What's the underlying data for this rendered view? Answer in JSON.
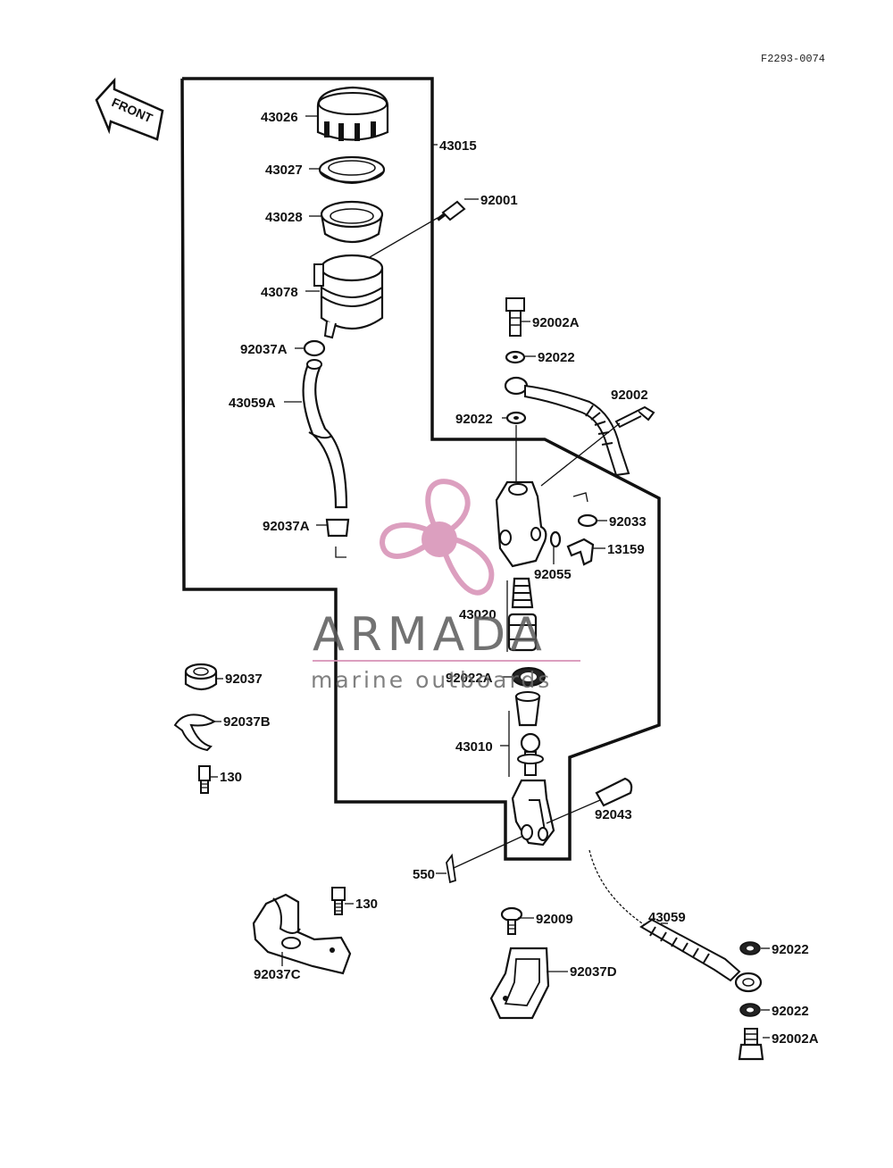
{
  "diagram": {
    "ref_code": "F2293-0074",
    "front_label": "FRONT",
    "watermark": {
      "title": "ARMADA",
      "subtitle": "marine outboards",
      "accent_color": "#d78fb4"
    },
    "labels": {
      "p43026": "43026",
      "p43027": "43027",
      "p43028": "43028",
      "p43078": "43078",
      "p92037A_1": "92037A",
      "p43059A": "43059A",
      "p92037A_2": "92037A",
      "p43015": "43015",
      "p92001": "92001",
      "p92002A_1": "92002A",
      "p92022_1": "92022",
      "p92002": "92002",
      "p92022_2": "92022",
      "p92033": "92033",
      "p13159": "13159",
      "p92055": "92055",
      "p43020": "43020",
      "p92022A": "92022A",
      "p43010": "43010",
      "p92043": "92043",
      "p550": "550",
      "p92037": "92037",
      "p92037B": "92037B",
      "p130_1": "130",
      "p130_2": "130",
      "p92037C": "92037C",
      "p92009": "92009",
      "p92037D": "92037D",
      "p43059": "43059",
      "p92022_3": "92022",
      "p92022_4": "92022",
      "p92002A_2": "92002A"
    }
  }
}
